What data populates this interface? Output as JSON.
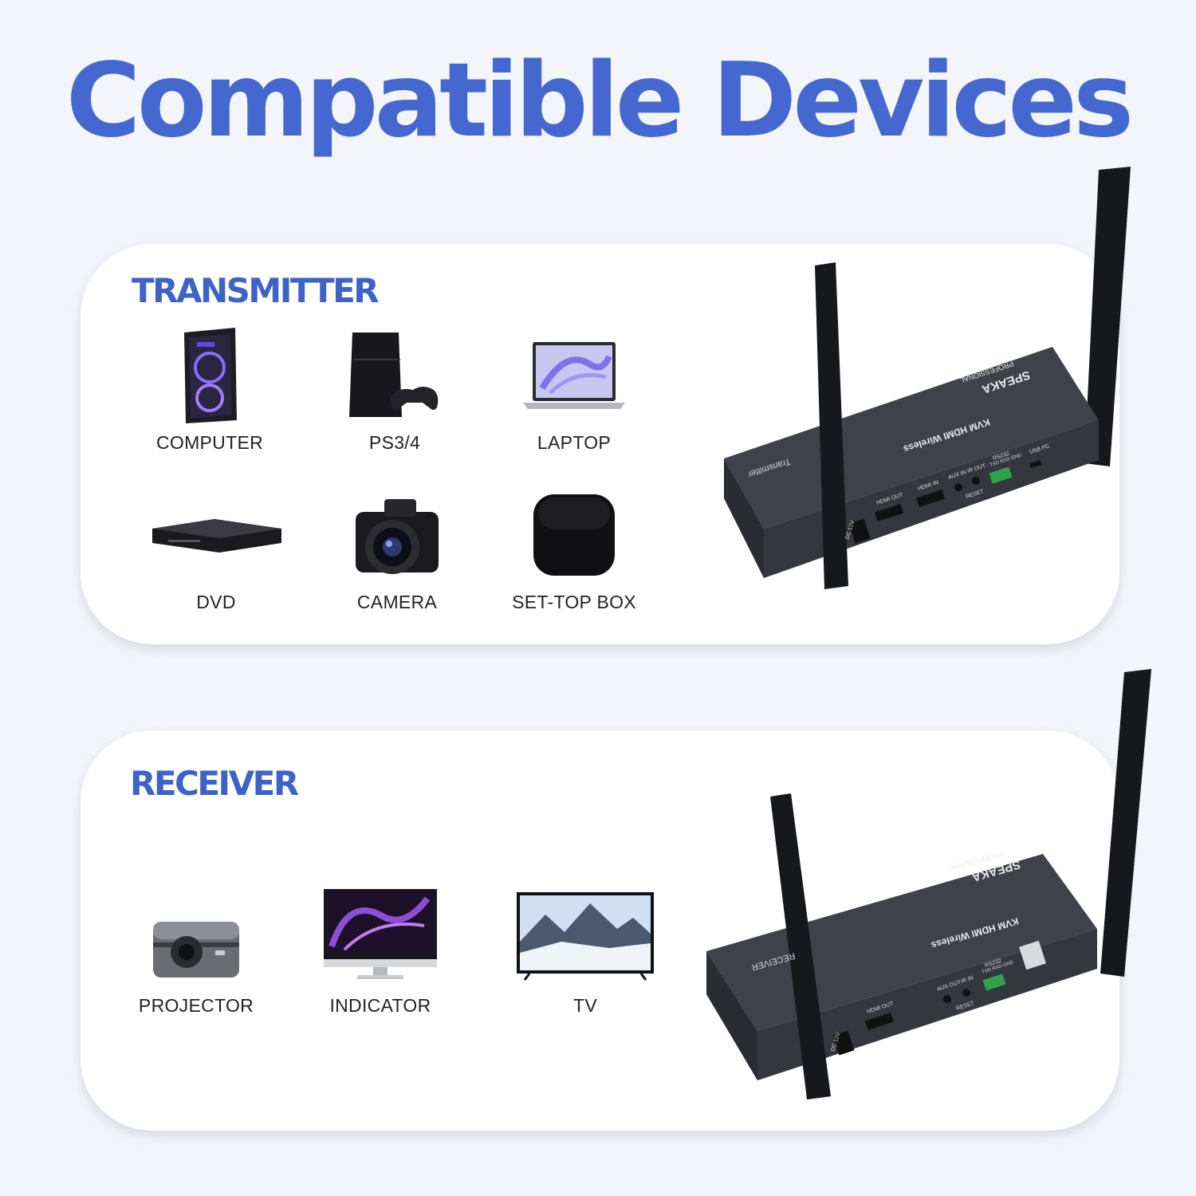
{
  "title": "Compatible Devices",
  "transmitter": {
    "heading": "TRANSMITTER",
    "devices": [
      {
        "label": "COMPUTER",
        "icon": "computer-tower-icon"
      },
      {
        "label": "PS3/4",
        "icon": "game-console-icon"
      },
      {
        "label": "LAPTOP",
        "icon": "laptop-icon"
      },
      {
        "label": "DVD",
        "icon": "dvd-player-icon"
      },
      {
        "label": "CAMERA",
        "icon": "camera-icon"
      },
      {
        "label": "SET-TOP BOX",
        "icon": "set-top-box-icon"
      }
    ],
    "unit": {
      "brand": "SPEAKA",
      "sub": "PROFESSIONAL",
      "model": "KVM HDMI Wireless",
      "side": "Transmitter",
      "ports": [
        "DC 12V",
        "HDMI OUT",
        "HDMI IN",
        "AUX IN",
        "IR OUT",
        "RS232",
        "TXD RXD GND",
        "RESET",
        "USB PC"
      ]
    }
  },
  "receiver": {
    "heading": "RECEIVER",
    "devices": [
      {
        "label": "PROJECTOR",
        "icon": "projector-icon"
      },
      {
        "label": "INDICATOR",
        "icon": "monitor-icon"
      },
      {
        "label": "TV",
        "icon": "tv-icon"
      }
    ],
    "unit": {
      "brand": "SPEAKA",
      "sub": "PROFESSIONAL",
      "model": "KVM HDMI Wireless",
      "side": "RECEIVER",
      "ports": [
        "DC 12V",
        "HDMI OUT",
        "AUX OUT",
        "IR IN",
        "RS232",
        "TXD RXD GND",
        "RESET"
      ]
    }
  },
  "colors": {
    "accent": "#4468cf",
    "device_body": "#3a3d44",
    "antenna": "#17181b"
  }
}
